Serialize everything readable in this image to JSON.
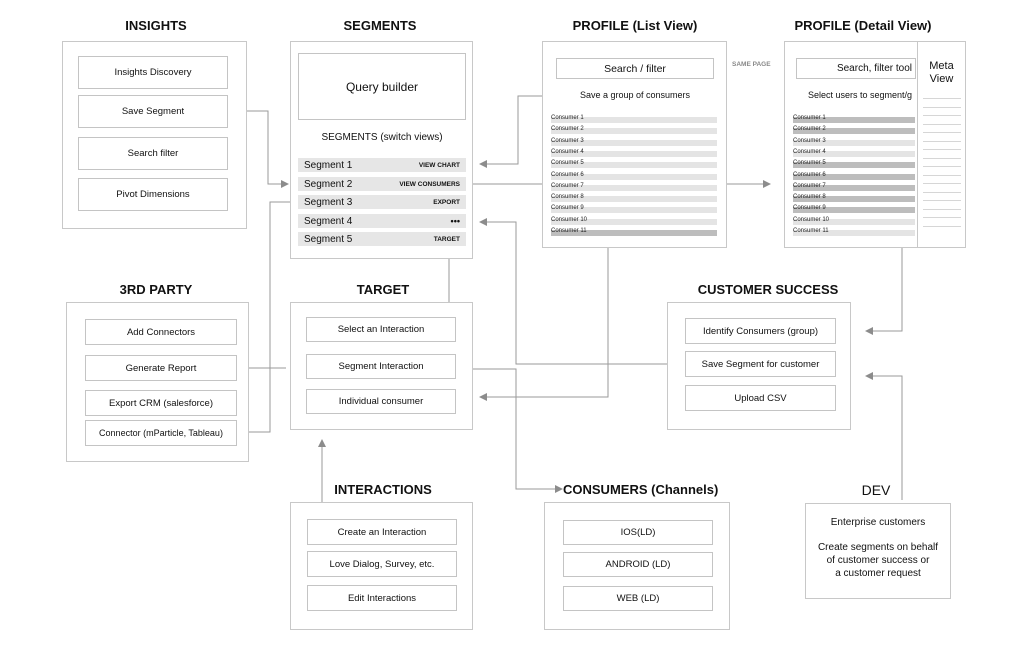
{
  "colors": {
    "panel_border": "#c8c8c8",
    "row_fill": "#e6e6e6",
    "row_dark": "#bdbdbd",
    "arrow": "#8c8c8c"
  },
  "insights": {
    "title": "INSIGHTS",
    "buttons": [
      "Insights Discovery",
      "Save Segment",
      "Search filter",
      "Pivot Dimensions"
    ]
  },
  "segments": {
    "title": "SEGMENTS",
    "query_builder": "Query builder",
    "switch_views": "SEGMENTS (switch views)",
    "rows": [
      {
        "name": "Segment 1",
        "action": "VIEW CHART"
      },
      {
        "name": "Segment 2",
        "action": "VIEW CONSUMERS"
      },
      {
        "name": "Segment 3",
        "action": "EXPORT"
      },
      {
        "name": "Segment 4",
        "action": "•••"
      },
      {
        "name": "Segment 5",
        "action": "TARGET"
      }
    ]
  },
  "profile_list": {
    "title": "PROFILE (List View)",
    "search": "Search / filter",
    "subtitle": "Save a group of consumers",
    "same_page": "SAME PAGE",
    "consumers": [
      "Consumer 1",
      "Consumer 2",
      "Consumer 3",
      "Consumer 4",
      "Consumer 5",
      "Consumer 6",
      "Consumer 7",
      "Consumer 8",
      "Consumer 9",
      "Consumer 10",
      "Consumer 11"
    ]
  },
  "profile_detail": {
    "title": "PROFILE (Detail View)",
    "search": "Search, filter tool",
    "subtitle": "Select users to segment/g",
    "meta": "Meta\nView",
    "consumers": [
      "Consumer 1",
      "Consumer 2",
      "Consumer 3",
      "Consumer 4",
      "Consumer 5",
      "Consumer 6",
      "Consumer 7",
      "Consumer 8",
      "Consumer 9",
      "Consumer 10",
      "Consumer 11"
    ]
  },
  "third_party": {
    "title": "3RD PARTY",
    "buttons": [
      "Add Connectors",
      "Generate Report",
      "Export CRM (salesforce)",
      "Connector (mParticle, Tableau)"
    ]
  },
  "target": {
    "title": "TARGET",
    "buttons": [
      "Select an Interaction",
      "Segment Interaction",
      "Individual consumer"
    ]
  },
  "customer_success": {
    "title": "CUSTOMER SUCCESS",
    "buttons": [
      "Identify Consumers (group)",
      "Save Segment for customer",
      "Upload CSV"
    ]
  },
  "interactions": {
    "title": "INTERACTIONS",
    "buttons": [
      "Create an Interaction",
      "Love Dialog, Survey, etc.",
      "Edit Interactions"
    ]
  },
  "consumers_channels": {
    "title": "CONSUMERS (Channels)",
    "buttons": [
      "IOS(LD)",
      "ANDROID (LD)",
      "WEB (LD)"
    ]
  },
  "dev": {
    "title": "DEV",
    "line1": "Enterprise customers",
    "line2": "Create segments on behalf",
    "line3": "of customer success or",
    "line4": "a customer request"
  }
}
